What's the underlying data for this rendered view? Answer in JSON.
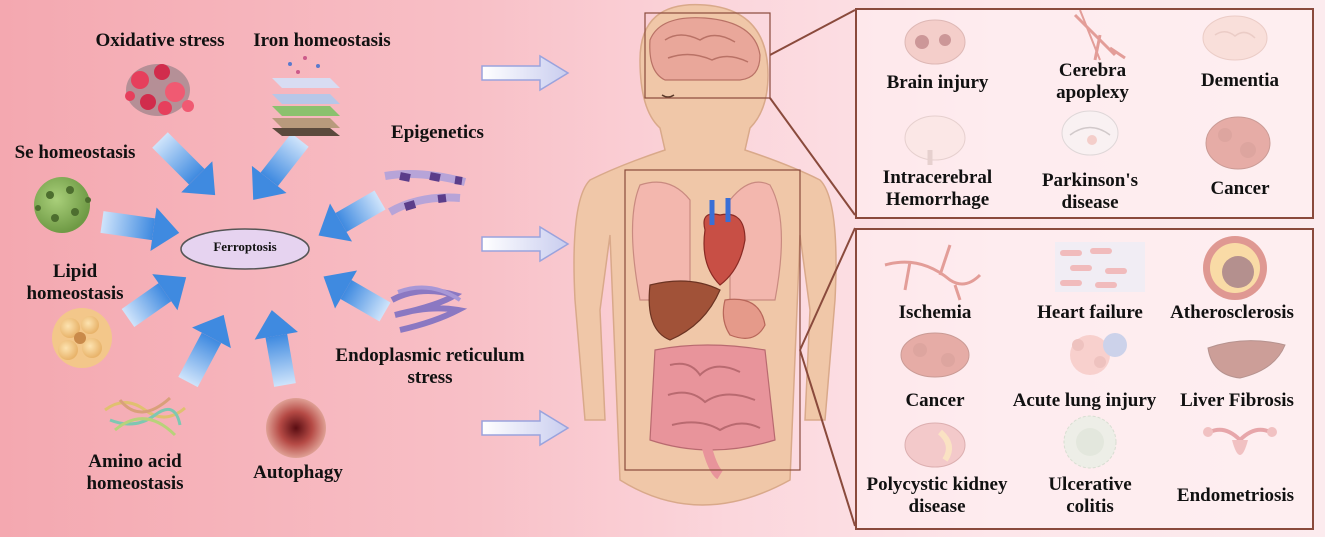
{
  "center": {
    "label": "Ferroptosis"
  },
  "factors": {
    "oxidative_stress": "Oxidative stress",
    "iron_homeostasis": "Iron homeostasis",
    "se_homeostasis": "Se homeostasis",
    "epigenetics": "Epigenetics",
    "lipid_homeostasis_1": "Lipid",
    "lipid_homeostasis_2": "homeostasis",
    "er_stress_1": "Endoplasmic reticulum",
    "er_stress_2": "stress",
    "amino_acid_1": "Amino acid",
    "amino_acid_2": "homeostasis",
    "autophagy": "Autophagy"
  },
  "brain_panel": {
    "brain_injury": "Brain injury",
    "cerebra_apoplexy_1": "Cerebra",
    "cerebra_apoplexy_2": "apoplexy",
    "dementia": "Dementia",
    "ich_1": "Intracerebral",
    "ich_2": "Hemorrhage",
    "parkinsons_1": "Parkinson's",
    "parkinsons_2": "disease",
    "cancer": "Cancer"
  },
  "body_panel": {
    "ischemia": "Ischemia",
    "heart_failure": "Heart failure",
    "atherosclerosis": "Atherosclerosis",
    "cancer": "Cancer",
    "acute_lung_injury": "Acute lung injury",
    "liver_fibrosis": "Liver Fibrosis",
    "pkd_1": "Polycystic kidney",
    "pkd_2": "disease",
    "uc_1": "Ulcerative",
    "uc_2": "colitis",
    "endometriosis": "Endometriosis"
  },
  "colors": {
    "arrow_blue": "#4a90e2",
    "ellipse_fill": "#e6d3f0",
    "panel_border": "#8a4a3c",
    "skin": "#f0c7a8"
  }
}
